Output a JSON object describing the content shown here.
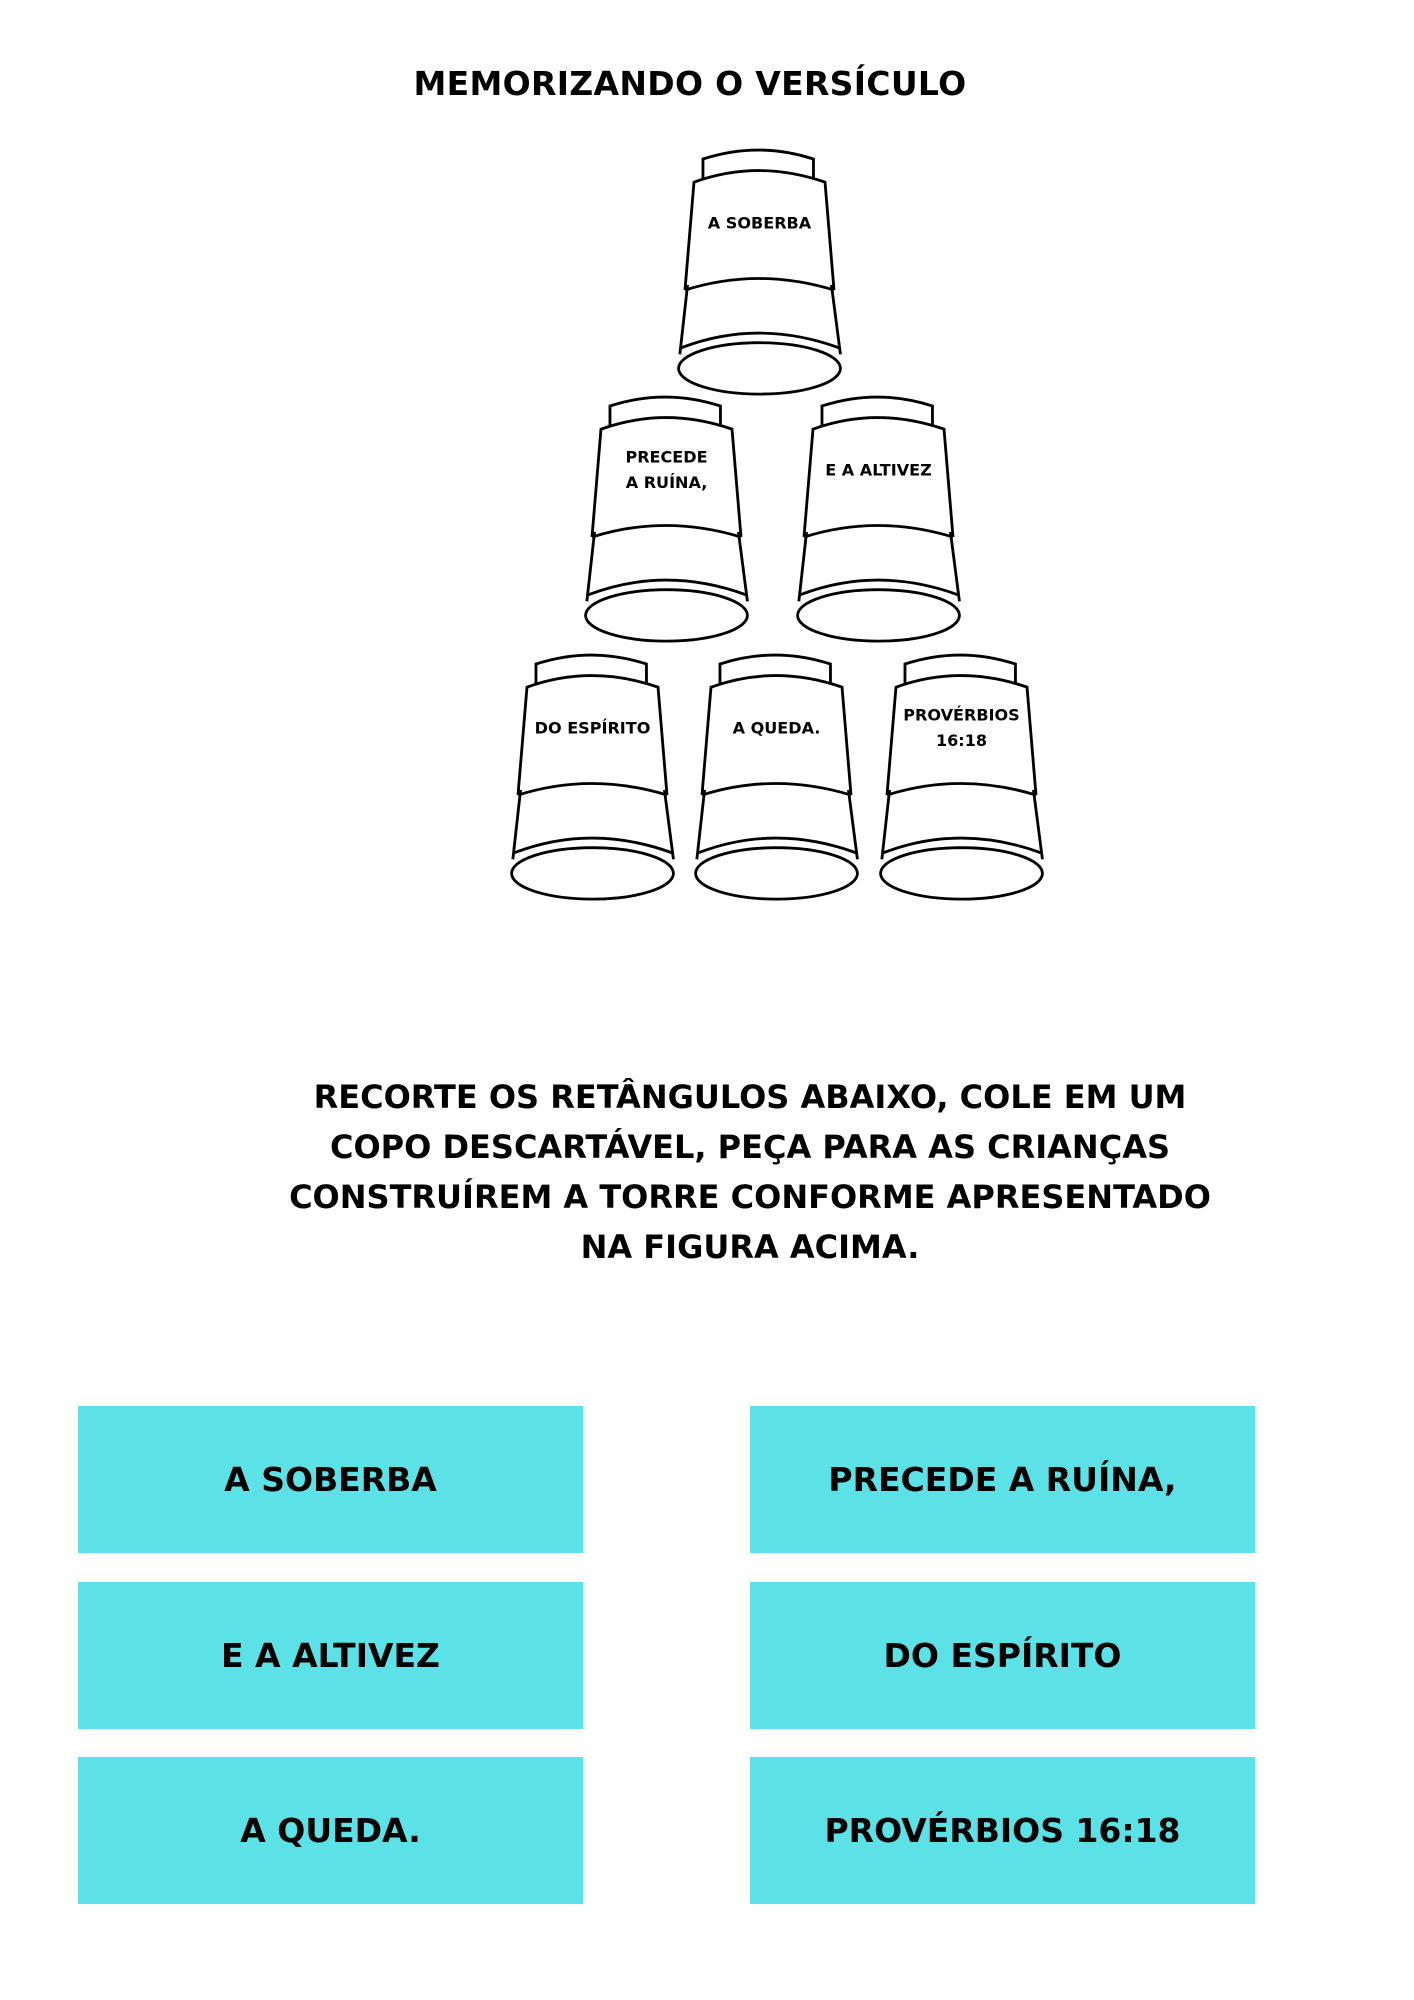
{
  "title": "MEMORIZANDO O VERSÍCULO",
  "cups": [
    {
      "lines": [
        "A SOBERBA"
      ]
    },
    {
      "lines": [
        "PRECEDE",
        "A RUÍNA,"
      ]
    },
    {
      "lines": [
        "E A ALTIVEZ"
      ]
    },
    {
      "lines": [
        "DO ESPÍRITO"
      ]
    },
    {
      "lines": [
        "A QUEDA."
      ]
    },
    {
      "lines": [
        "PROVÉRBIOS",
        "16:18"
      ]
    }
  ],
  "instructions": [
    "RECORTE OS RETÂNGULOS ABAIXO, COLE EM UM",
    "COPO DESCARTÁVEL, PEÇA PARA AS CRIANÇAS",
    "CONSTRUÍREM A TORRE CONFORME APRESENTADO",
    "NA FIGURA ACIMA."
  ],
  "cards": [
    "A SOBERBA",
    "PRECEDE A RUÍNA,",
    "E A ALTIVEZ",
    "DO ESPÍRITO",
    "A QUEDA.",
    "PROVÉRBIOS 16:18"
  ],
  "colors": {
    "card_bg": "#5ce1e6"
  }
}
